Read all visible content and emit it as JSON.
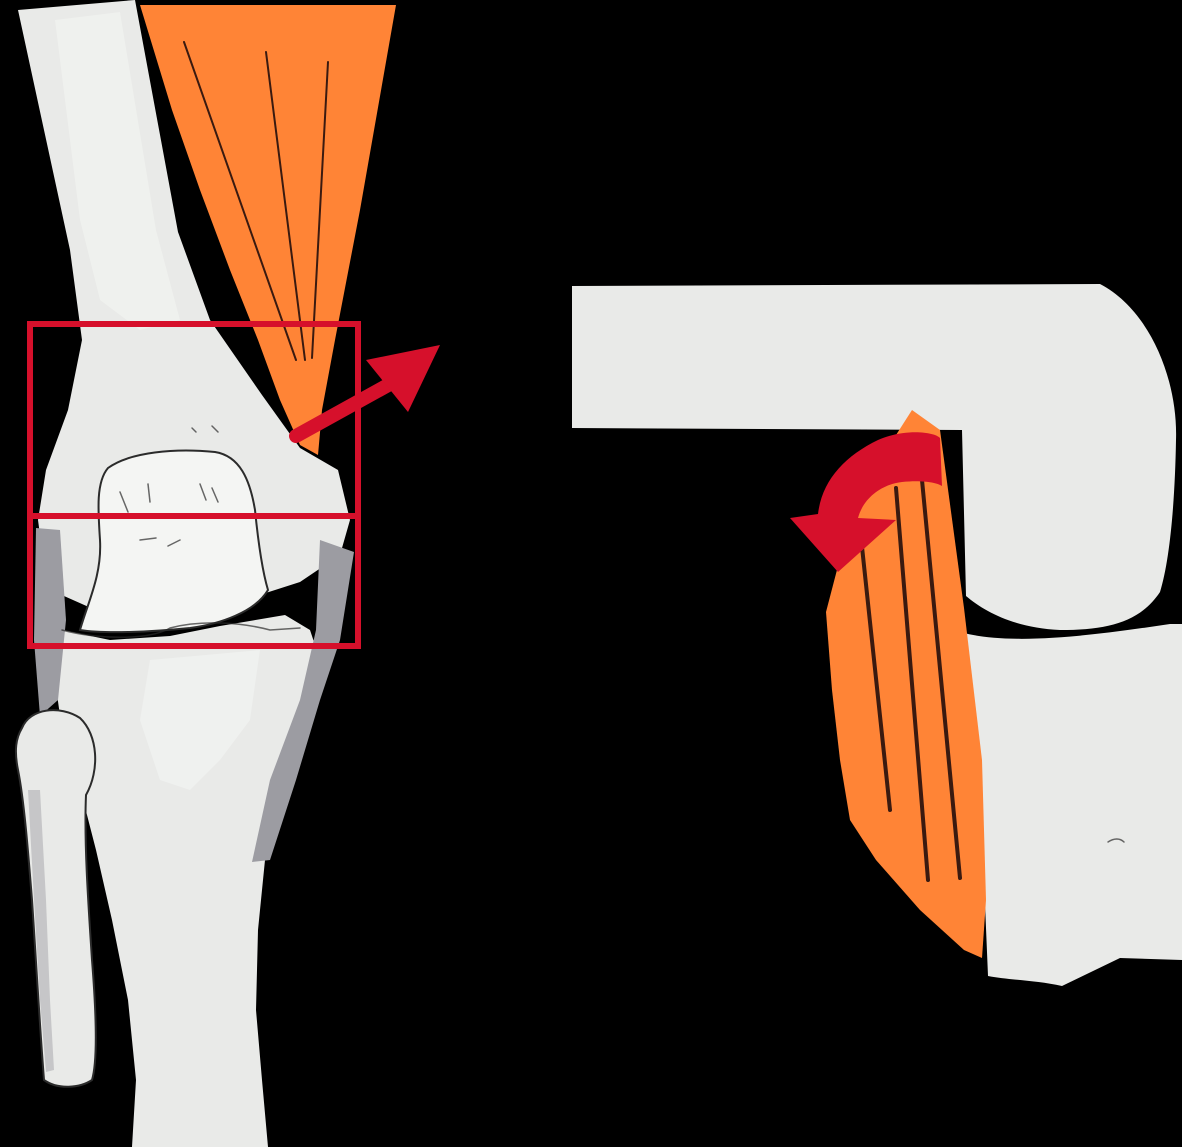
{
  "colors": {
    "background": "#000000",
    "bone": "#e9eae8",
    "bone_light": "#f4f5f3",
    "bone_shadow": "#9c9ca2",
    "bone_outline": "#2b2b2b",
    "muscle": "#ff8436",
    "muscle_lines": "#3a1a10",
    "highlight_red": "#d6102b"
  },
  "panels": [
    {
      "key": "front_view",
      "description_icon": "knee-front-view-icon",
      "features": [
        "femur",
        "tibia",
        "fibula",
        "patella",
        "muscle",
        "zoom-box-upper",
        "zoom-box-lower",
        "straight-arrow"
      ]
    },
    {
      "key": "side_view",
      "description_icon": "knee-side-view-icon",
      "features": [
        "femur-block",
        "tibia-block",
        "muscle-strip",
        "curved-arrow"
      ]
    }
  ]
}
